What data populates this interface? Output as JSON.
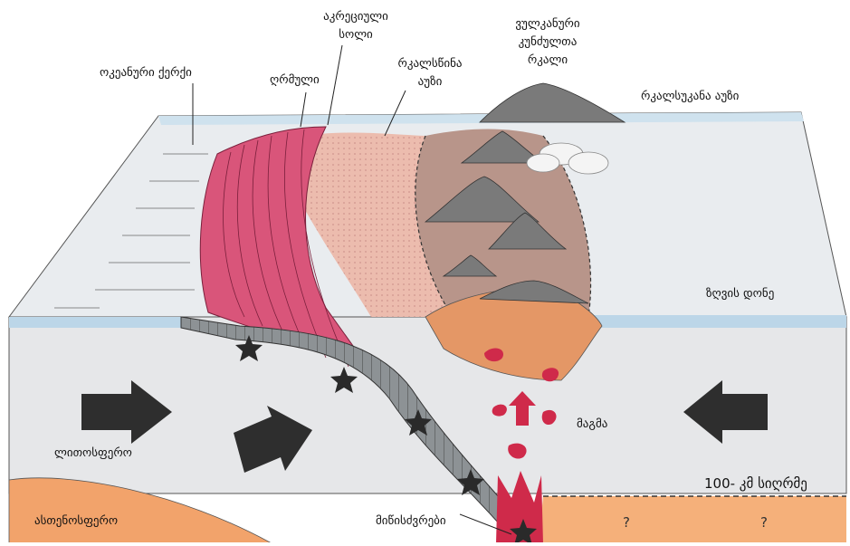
{
  "labels": {
    "oceanic_crust": "ოკეანური ქერქი",
    "trench": "ღრმული",
    "accretionary_wedge_1": "აკრეციული",
    "accretionary_wedge_2": "სოლი",
    "forearc_basin_1": "რკალსწინა",
    "forearc_basin_2": "აუზი",
    "volcanic_arc_1": "ვულკანური",
    "volcanic_arc_2": "კუნძულთა",
    "volcanic_arc_3": "რკალი",
    "backarc_basin": "რკალსუკანა აუზი",
    "sea_level": "ზღვის დონე",
    "magma": "მაგმა",
    "lithosphere": "ლითოსფერო",
    "asthenosphere": "ასთენოსფერო",
    "depth": "100- კმ სიღრმე",
    "earthquakes": "მიწისძვრები",
    "question_1": "?",
    "question_2": "?"
  },
  "colors": {
    "ocean_water": "#d9e8f2",
    "sea_surface": "#e9edf0",
    "lithosphere": "#e6e7e9",
    "asthenosphere": "#f2a36b",
    "accretionary_wedge": "#d9557a",
    "forearc": "#ecbcae",
    "volcanic_arc": "#b48a7e",
    "magma": "#cf2a4a",
    "volcano": "#6e6e6e",
    "arrow": "#2e2e2e",
    "star": "#2a2a2a"
  }
}
